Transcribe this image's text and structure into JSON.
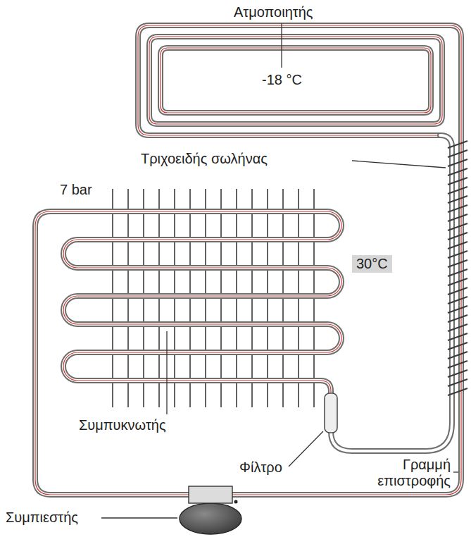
{
  "diagram": {
    "labels": [
      "Ατμοποιητής",
      "-18 °C",
      "Τριχοειδής σωλήνας",
      "7 bar",
      "30°C",
      "Συμπυκνωτής",
      "Φίλτρο",
      "Γραμμή επιστροφής",
      "Συμπιεστής"
    ]
  }
}
